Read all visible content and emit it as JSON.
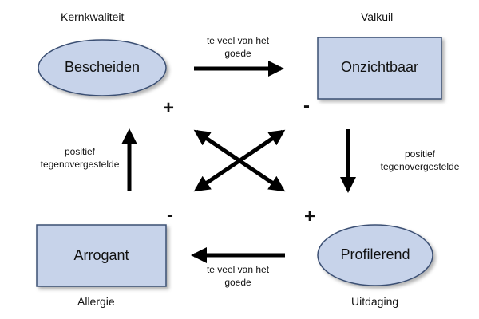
{
  "labels": {
    "top_left": "Kernkwaliteit",
    "top_right": "Valkuil",
    "bottom_left": "Allergie",
    "bottom_right": "Uitdaging"
  },
  "nodes": {
    "kern": "Bescheiden",
    "valkuil": "Onzichtbaar",
    "allergie": "Arrogant",
    "uitdaging": "Profilerend"
  },
  "arrows": {
    "top": [
      "te veel van het",
      "goede"
    ],
    "bottom": [
      "te veel van het",
      "goede"
    ],
    "left": [
      "positief",
      "tegenovergestelde"
    ],
    "right": [
      "positief",
      "tegenovergestelde"
    ]
  },
  "signs": {
    "top_left": "+",
    "top_right": "-",
    "bottom_left": "-",
    "bottom_right": "+"
  },
  "colors": {
    "node_fill": "#c7d3ea",
    "node_stroke": "#3b4f73",
    "arrow": "#000000"
  }
}
